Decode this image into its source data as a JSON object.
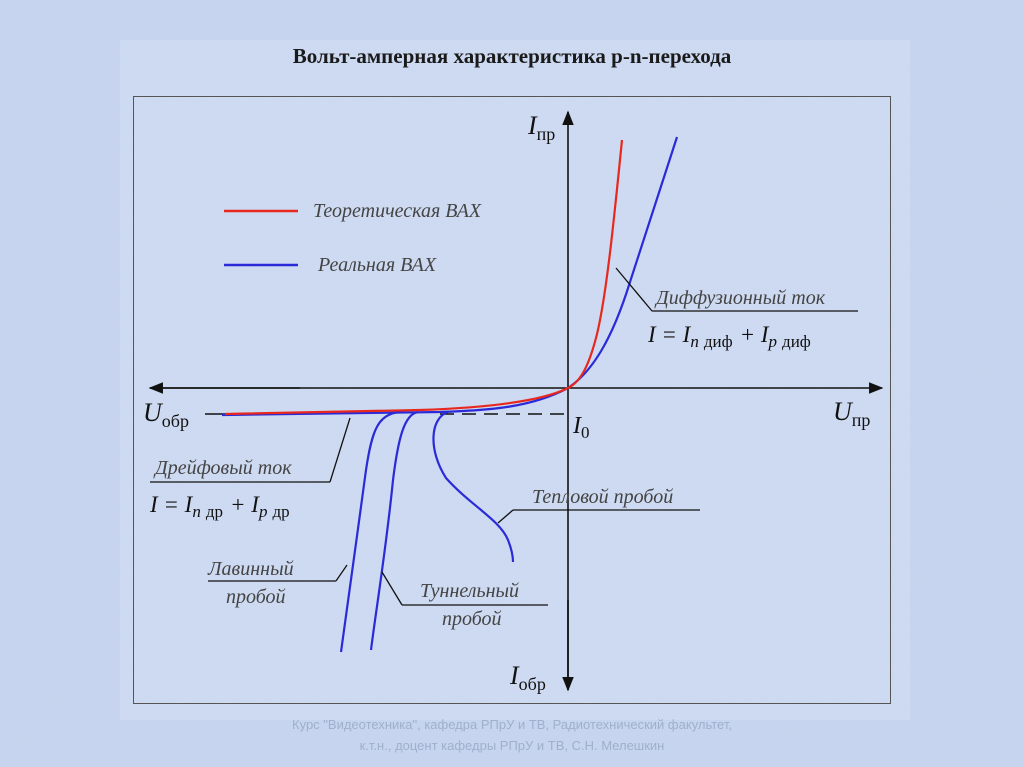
{
  "title": "Вольт-амперная характеристика p-n-перехода",
  "legend": {
    "theoretical": {
      "label": "Теоретическая ВАХ",
      "color": "#e8281e"
    },
    "real": {
      "label": "Реальная ВАХ",
      "color": "#2a2ad8"
    }
  },
  "axes": {
    "i_forward": {
      "main": "I",
      "sub": "пр"
    },
    "i_reverse": {
      "main": "I",
      "sub": "обр"
    },
    "u_forward": {
      "main": "U",
      "sub": "пр"
    },
    "u_reverse": {
      "main": "U",
      "sub": "обр"
    },
    "i0": {
      "main": "I",
      "sub": "0"
    }
  },
  "labels": {
    "diffusion": {
      "title": "Диффузионный ток",
      "formula": {
        "lhs": "I = I",
        "n": "n",
        "n_sub": "диф",
        "plus": "+ I",
        "p": "p",
        "p_sub": "диф"
      }
    },
    "drift": {
      "title": "Дрейфовый ток",
      "formula": {
        "lhs": "I = I",
        "n": "n",
        "n_sub": "др",
        "plus": "+ I",
        "p": "p",
        "p_sub": "др"
      }
    },
    "avalanche": {
      "line1": "Лавинный",
      "line2": "пробой"
    },
    "tunnel": {
      "line1": "Туннельный",
      "line2": "пробой"
    },
    "thermal": {
      "line1": "Тепловой пробой"
    }
  },
  "footer": {
    "line1": "Курс \"Видеотехника\", кафедра РПрУ и ТВ, Радиотехнический факультет,",
    "line2": "к.т.н., доцент кафедры РПрУ и ТВ, С.Н. Мелешкин"
  }
}
